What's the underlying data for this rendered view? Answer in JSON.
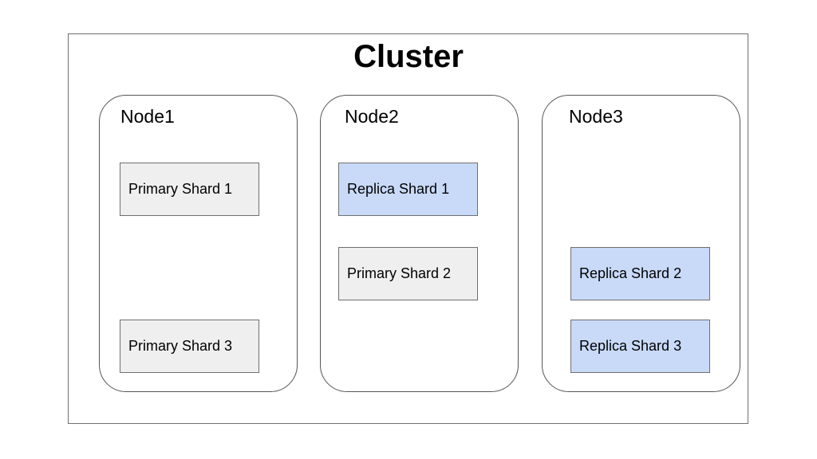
{
  "cluster": {
    "title": "Cluster"
  },
  "nodes": [
    {
      "label": "Node1",
      "shards": [
        {
          "label": "Primary Shard 1",
          "kind": "primary"
        },
        {
          "label": "Primary Shard 3",
          "kind": "primary"
        }
      ]
    },
    {
      "label": "Node2",
      "shards": [
        {
          "label": "Replica Shard 1",
          "kind": "replica"
        },
        {
          "label": "Primary Shard 2",
          "kind": "primary"
        }
      ]
    },
    {
      "label": "Node3",
      "shards": [
        {
          "label": "Replica Shard 2",
          "kind": "replica"
        },
        {
          "label": "Replica Shard 3",
          "kind": "replica"
        }
      ]
    }
  ],
  "colors": {
    "primary_fill": "#efefef",
    "replica_fill": "#c9daf8",
    "border": "#6f6f6f"
  }
}
